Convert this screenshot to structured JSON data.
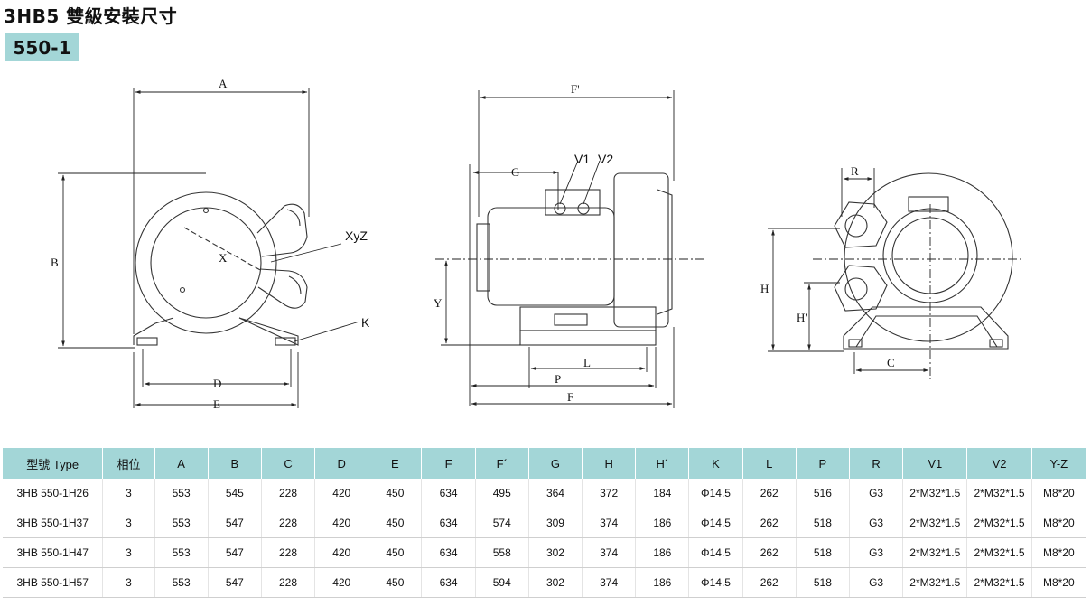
{
  "title": "3HB5 雙級安裝尺寸",
  "model_badge": "550-1",
  "drawing_labels": {
    "a": "A",
    "b": "B",
    "d": "D",
    "e": "E",
    "k": "K",
    "x": "X",
    "xyz": "XyZ",
    "f_prime": "F'",
    "g": "G",
    "v1": "V1",
    "v2": "V2",
    "y": "Y",
    "l": "L",
    "p": "P",
    "f": "F",
    "r": "R",
    "h": "H",
    "h_prime": "H'",
    "c": "C"
  },
  "table": {
    "headers": [
      "型號 Type",
      "相位",
      "A",
      "B",
      "C",
      "D",
      "E",
      "F",
      "F´",
      "G",
      "H",
      "H´",
      "K",
      "L",
      "P",
      "R",
      "V1",
      "V2",
      "Y-Z"
    ],
    "rows": [
      [
        "3HB 550-1H26",
        "3",
        "553",
        "545",
        "228",
        "420",
        "450",
        "634",
        "495",
        "364",
        "372",
        "184",
        "Φ14.5",
        "262",
        "516",
        "G3",
        "2*M32*1.5",
        "2*M32*1.5",
        "M8*20"
      ],
      [
        "3HB 550-1H37",
        "3",
        "553",
        "547",
        "228",
        "420",
        "450",
        "634",
        "574",
        "309",
        "374",
        "186",
        "Φ14.5",
        "262",
        "518",
        "G3",
        "2*M32*1.5",
        "2*M32*1.5",
        "M8*20"
      ],
      [
        "3HB 550-1H47",
        "3",
        "553",
        "547",
        "228",
        "420",
        "450",
        "634",
        "558",
        "302",
        "374",
        "186",
        "Φ14.5",
        "262",
        "518",
        "G3",
        "2*M32*1.5",
        "2*M32*1.5",
        "M8*20"
      ],
      [
        "3HB 550-1H57",
        "3",
        "553",
        "547",
        "228",
        "420",
        "450",
        "634",
        "594",
        "302",
        "374",
        "186",
        "Φ14.5",
        "262",
        "518",
        "G3",
        "2*M32*1.5",
        "2*M32*1.5",
        "M8*20"
      ]
    ]
  },
  "colors": {
    "header_bg": "#a3d6d7",
    "badge_bg": "#a3d6d7",
    "line": "#222222"
  }
}
